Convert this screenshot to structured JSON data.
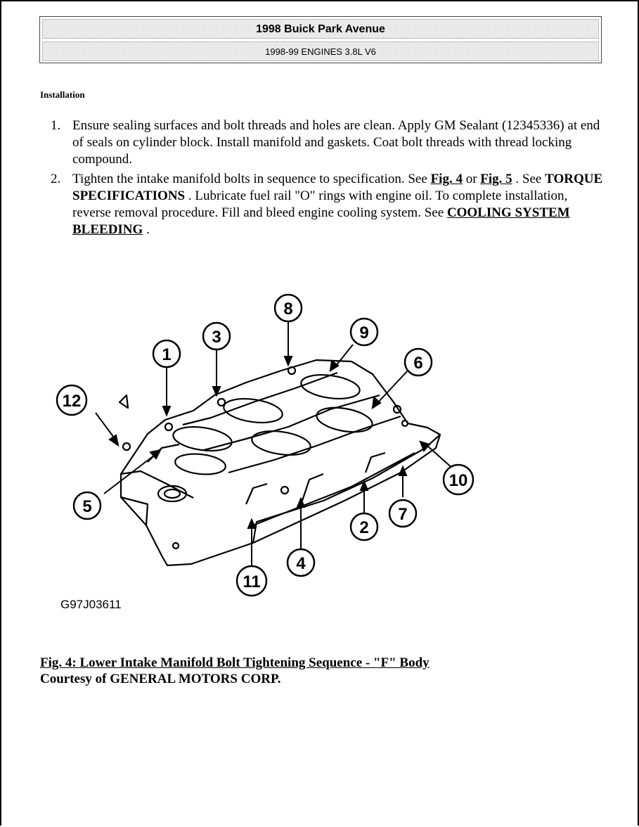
{
  "header": {
    "title": "1998 Buick Park Avenue",
    "subtitle": "1998-99 ENGINES 3.8L V6"
  },
  "section": {
    "heading": "Installation"
  },
  "steps": [
    {
      "number": "1.",
      "text": "Ensure sealing surfaces and bolt threads and holes are clean. Apply GM Sealant (12345336) at end of seals on cylinder block. Install manifold and gaskets. Coat bolt threads with thread locking compound."
    },
    {
      "number": "2.",
      "text_a": "Tighten the intake manifold bolts in sequence to specification. See ",
      "link_fig4": "Fig. 4",
      "text_b": " or ",
      "link_fig5": "Fig. 5",
      "text_c": " . See ",
      "link_torque": "TORQUE SPECIFICATIONS",
      "text_d": " . Lubricate fuel rail \"O\" rings with engine oil. To complete installation, reverse removal procedure. Fill and bleed engine cooling system. See ",
      "link_cooling": "COOLING SYSTEM BLEEDING",
      "text_e": " ."
    }
  ],
  "figure": {
    "code": "G97J03611",
    "callouts": [
      "1",
      "2",
      "3",
      "4",
      "5",
      "6",
      "7",
      "8",
      "9",
      "10",
      "11",
      "12"
    ],
    "caption_title": "Fig. 4: Lower Intake Manifold Bolt Tightening Sequence - \"F\" Body",
    "caption_courtesy": "Courtesy of GENERAL MOTORS CORP."
  }
}
